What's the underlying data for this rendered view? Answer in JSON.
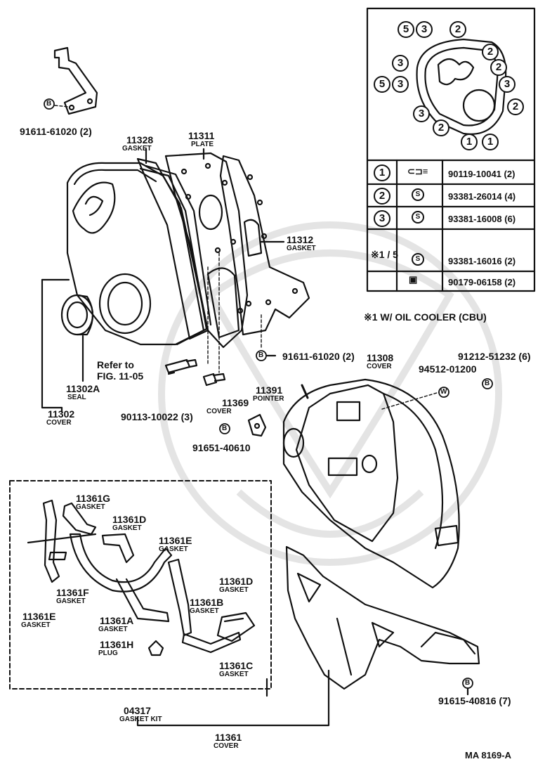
{
  "colors": {
    "ink": "#111111",
    "paper": "#ffffff",
    "watermark": "#e4e4e4"
  },
  "inset": {
    "callouts": [
      "5",
      "3",
      "2",
      "3",
      "2",
      "5",
      "3",
      "2",
      "3",
      "2",
      "3",
      "2",
      "1",
      "1"
    ],
    "table": [
      {
        "key": "1",
        "symbol": "bolt-icon",
        "part": "90119-10041 (2)"
      },
      {
        "key": "2",
        "symbol": "S",
        "part": "93381-26014 (4)"
      },
      {
        "key": "3",
        "symbol": "S",
        "part": "93381-16008 (6)"
      },
      {
        "key": "※1 / 5",
        "symbol": "S",
        "part": "93381-16016 (2)"
      },
      {
        "key": "",
        "symbol": "stud-icon",
        "part": "90179-06158 (2)"
      }
    ],
    "footnote": "※1 W/ OIL COOLER (CBU)"
  },
  "parts": {
    "bracket_bolt": "91611-61020 (2)",
    "gasket_11328": {
      "number": "11328",
      "name": "GASKET"
    },
    "plate_11311": {
      "number": "11311",
      "name": "PLATE"
    },
    "gasket_11312": {
      "number": "11312",
      "name": "GASKET"
    },
    "bolt_plate": "91611-61020 (2)",
    "refer": {
      "line1": "Refer to",
      "line2": "FIG. 11-05"
    },
    "seal_11302a": {
      "number": "11302A",
      "name": "SEAL"
    },
    "cover_11302": {
      "number": "11302",
      "name": "COVER"
    },
    "bolt_90113": "90113-10022 (3)",
    "pointer_11391": {
      "number": "11391",
      "name": "POINTER"
    },
    "cover_11369": {
      "number": "11369",
      "name": "COVER"
    },
    "bolt_91651": "91651-40610",
    "cover_11308": {
      "number": "11308",
      "name": "COVER"
    },
    "washer_94512": "94512-01200",
    "bolt_91212": "91212-51232 (6)",
    "gasket_11361g": {
      "number": "11361G",
      "name": "GASKET"
    },
    "gasket_11361d_a": {
      "number": "11361D",
      "name": "GASKET"
    },
    "gasket_11361e_a": {
      "number": "11361E",
      "name": "GASKET"
    },
    "gasket_11361d_b": {
      "number": "11361D",
      "name": "GASKET"
    },
    "gasket_11361f": {
      "number": "11361F",
      "name": "GASKET"
    },
    "gasket_11361e_b": {
      "number": "11361E",
      "name": "GASKET"
    },
    "gasket_11361b": {
      "number": "11361B",
      "name": "GASKET"
    },
    "gasket_11361a": {
      "number": "11361A",
      "name": "GASKET"
    },
    "plug_11361h": {
      "number": "11361H",
      "name": "PLUG"
    },
    "gasket_11361c": {
      "number": "11361C",
      "name": "GASKET"
    },
    "kit_04317": {
      "number": "04317",
      "name": "GASKET KIT"
    },
    "bolt_91615": "91615-40816 (7)",
    "cover_11361": {
      "number": "11361",
      "name": "COVER"
    }
  },
  "figure_id": "MA 8169-A",
  "symbols": {
    "bolt_marker": "B",
    "washer_marker": "W",
    "screw_marker": "S"
  }
}
